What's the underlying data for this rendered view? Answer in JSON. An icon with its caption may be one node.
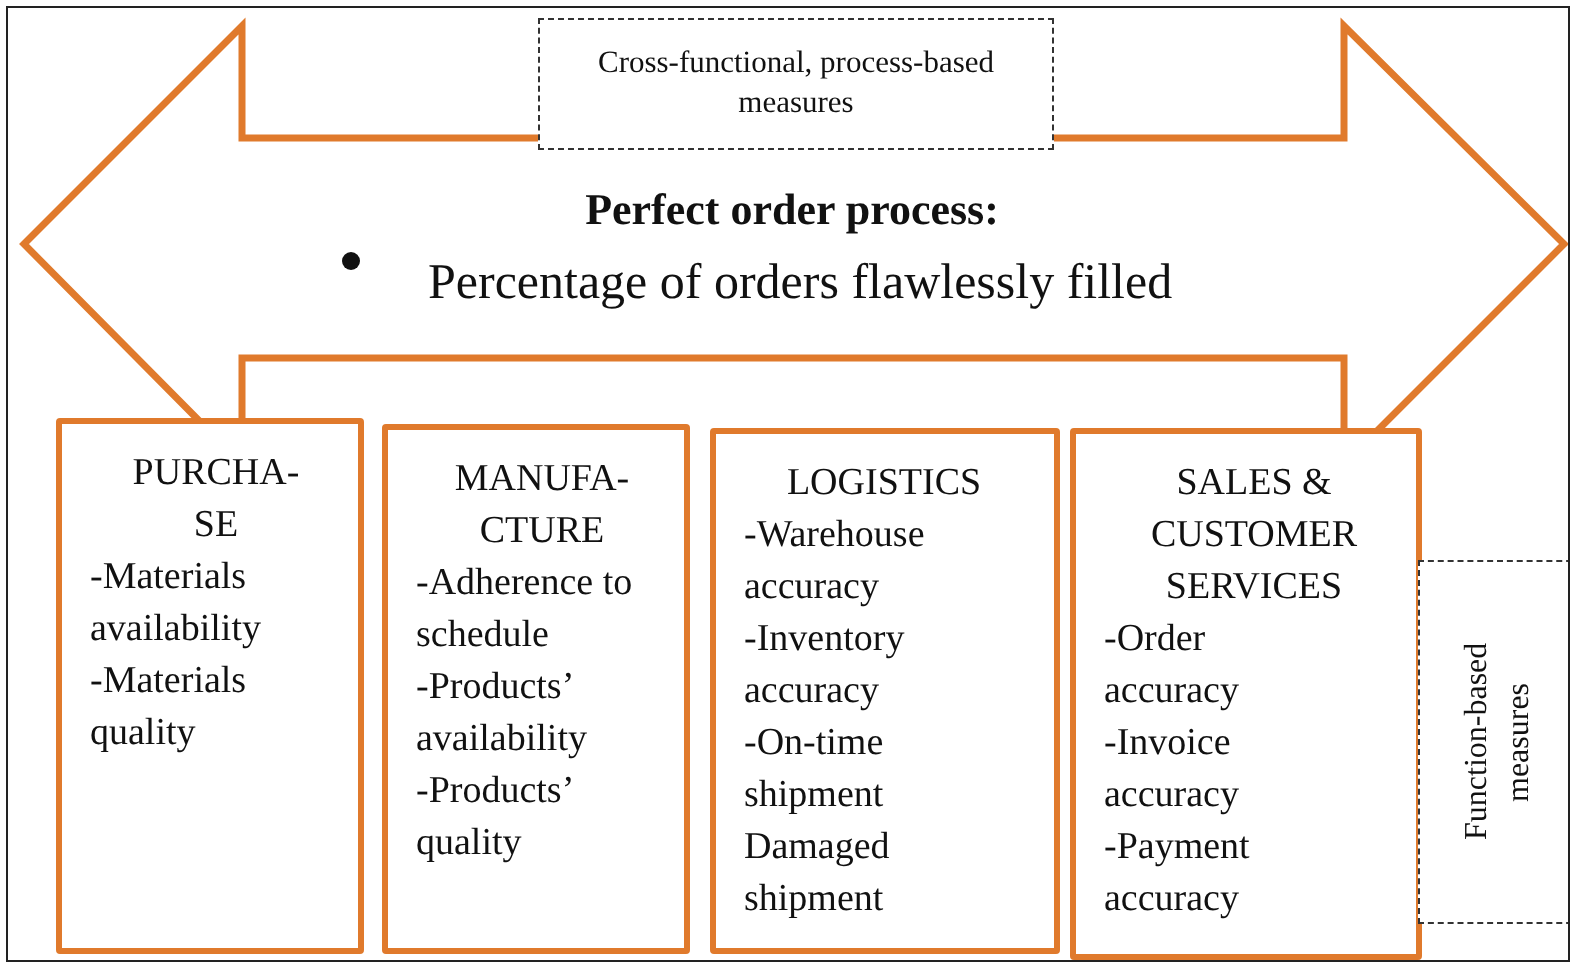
{
  "diagram": {
    "nodes": [
      {
        "text": [
          "Perfect order process:",
          "Percentage of orders flawlessly filled"
        ]
      },
      {
        "text": [
          "Cross-functional, process-based measures"
        ]
      },
      {
        "text": [
          "PURCHA- SE",
          "-Materials availability",
          "-Materials quality"
        ]
      },
      {
        "text": [
          "MANUFA- CTURE",
          "-Adherence to schedule",
          "-Products’ availability",
          "-Products’ quality"
        ]
      },
      {
        "text": [
          "LOGISTICS",
          "-Warehouse accuracy",
          "-Inventory accuracy",
          "-On-time shipment",
          "Damaged shipment"
        ]
      },
      {
        "text": [
          "SALES & CUSTOMER SERVICES",
          "-Order accuracy",
          "-Invoice accuracy",
          "-Payment accuracy"
        ]
      },
      {
        "text": [
          "Function-based measures"
        ]
      }
    ]
  }
}
